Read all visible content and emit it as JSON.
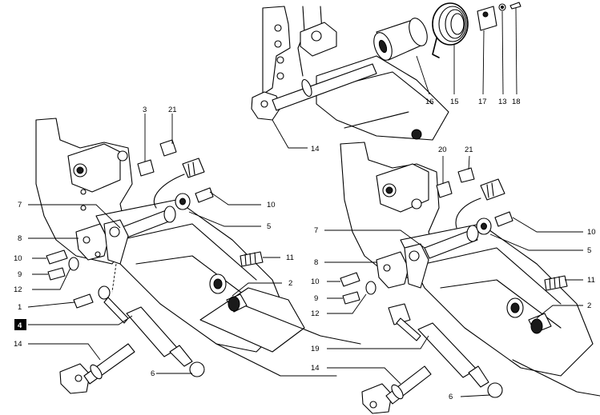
{
  "callouts_left": [
    {
      "id": "c-3",
      "text": "3"
    },
    {
      "id": "c-21a",
      "text": "21"
    },
    {
      "id": "c-7a",
      "text": "7"
    },
    {
      "id": "c-10a",
      "text": "10"
    },
    {
      "id": "c-5a",
      "text": "5"
    },
    {
      "id": "c-8a",
      "text": "8"
    },
    {
      "id": "c-11a",
      "text": "11"
    },
    {
      "id": "c-10b",
      "text": "10"
    },
    {
      "id": "c-9a",
      "text": "9"
    },
    {
      "id": "c-12a",
      "text": "12"
    },
    {
      "id": "c-2a",
      "text": "2"
    },
    {
      "id": "c-1",
      "text": "1"
    },
    {
      "id": "c-4",
      "text": "4"
    },
    {
      "id": "c-14a",
      "text": "14"
    },
    {
      "id": "c-6a",
      "text": "6"
    }
  ],
  "callouts_top": [
    {
      "id": "c-16",
      "text": "16"
    },
    {
      "id": "c-15",
      "text": "15"
    },
    {
      "id": "c-17",
      "text": "17"
    },
    {
      "id": "c-13",
      "text": "13"
    },
    {
      "id": "c-18",
      "text": "18"
    },
    {
      "id": "c-14b",
      "text": "14"
    }
  ],
  "callouts_right": [
    {
      "id": "c-20",
      "text": "20"
    },
    {
      "id": "c-21b",
      "text": "21"
    },
    {
      "id": "c-7b",
      "text": "7"
    },
    {
      "id": "c-10c",
      "text": "10"
    },
    {
      "id": "c-5b",
      "text": "5"
    },
    {
      "id": "c-8b",
      "text": "8"
    },
    {
      "id": "c-10d",
      "text": "10"
    },
    {
      "id": "c-11b",
      "text": "11"
    },
    {
      "id": "c-9b",
      "text": "9"
    },
    {
      "id": "c-12b",
      "text": "12"
    },
    {
      "id": "c-2b",
      "text": "2"
    },
    {
      "id": "c-19",
      "text": "19"
    },
    {
      "id": "c-14c",
      "text": "14"
    },
    {
      "id": "c-6b",
      "text": "6"
    }
  ],
  "highlight_box_color": "#000000"
}
